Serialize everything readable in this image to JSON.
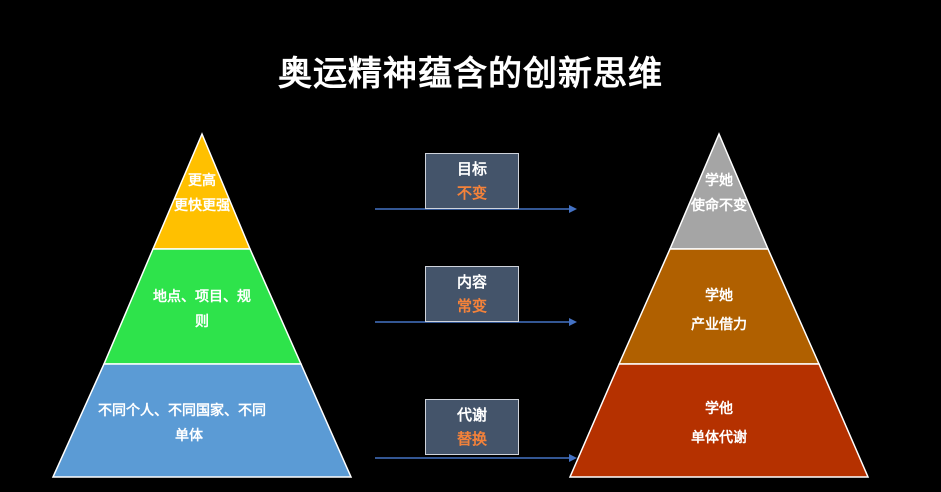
{
  "title": "奥运精神蕴含的创新思维",
  "left_pyramid": {
    "top": {
      "line1": "更高",
      "line2": "更快更强",
      "color": "#ffc000"
    },
    "middle": {
      "line1": "地点、项目、规",
      "line2": "则",
      "color": "#2ee34b"
    },
    "bottom": {
      "line1": "不同个人、不同国家、不同",
      "line2": "单体",
      "color": "#5b9bd5"
    }
  },
  "right_pyramid": {
    "top": {
      "line1": "学她",
      "line2": "使命不变",
      "color": "#a5a5a5"
    },
    "middle": {
      "line1": "学她",
      "line2": "产业借力",
      "color": "#b06000"
    },
    "bottom": {
      "line1": "学他",
      "line2": "单体代谢",
      "color": "#b53100"
    }
  },
  "connectors": [
    {
      "label": "目标",
      "value": "不变"
    },
    {
      "label": "内容",
      "value": "常变"
    },
    {
      "label": "代谢",
      "value": "替换"
    }
  ],
  "colors": {
    "box_fill": "#44546a",
    "value_text": "#f4823a",
    "arrow": "#4472c4",
    "outline": "#ffffff"
  }
}
